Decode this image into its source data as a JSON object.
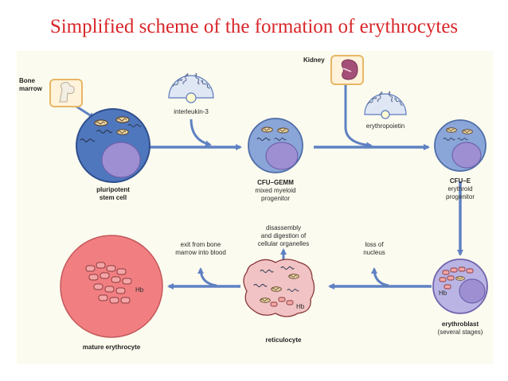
{
  "title": "Simplified scheme of the formation of erythrocytes",
  "sources": {
    "bone_marrow": [
      "Bone",
      "marrow"
    ],
    "kidney": "Kidney"
  },
  "factors": {
    "interleukin": "interleukin-3",
    "erythropoietin": "erythropoietin"
  },
  "cells": {
    "stem": [
      "pluripotent",
      "stem cell"
    ],
    "cfu_gemm": [
      "CFU–GEMM",
      "mixed myeloid",
      "progenitor"
    ],
    "cfu_e": [
      "CFU–E",
      "erythroid",
      "progenitor"
    ],
    "erythroblast": [
      "erythroblast",
      "(several stages)"
    ],
    "reticulocyte": "reticulocyte",
    "mature": "mature erythrocyte"
  },
  "events": {
    "loss_nucleus": [
      "loss of",
      "nucleus"
    ],
    "disassembly": [
      "disassembly",
      "and digestion of",
      "cellular organelles"
    ],
    "exit": [
      "exit from bone",
      "marrow into blood"
    ]
  },
  "hb": "Hb",
  "colors": {
    "title": "#d8262a",
    "panel": "#fcfbef",
    "arrow": "#5f81c3",
    "stem_cell": "#4f77bd",
    "progenitor": "#8aa6d9",
    "nucleus": "#9e8fd3",
    "erythroblast": "#b9b4e4",
    "reticulocyte": "#f1c3c4",
    "mature": "#f17f82",
    "hemoglobin": "#f4a6a7"
  }
}
